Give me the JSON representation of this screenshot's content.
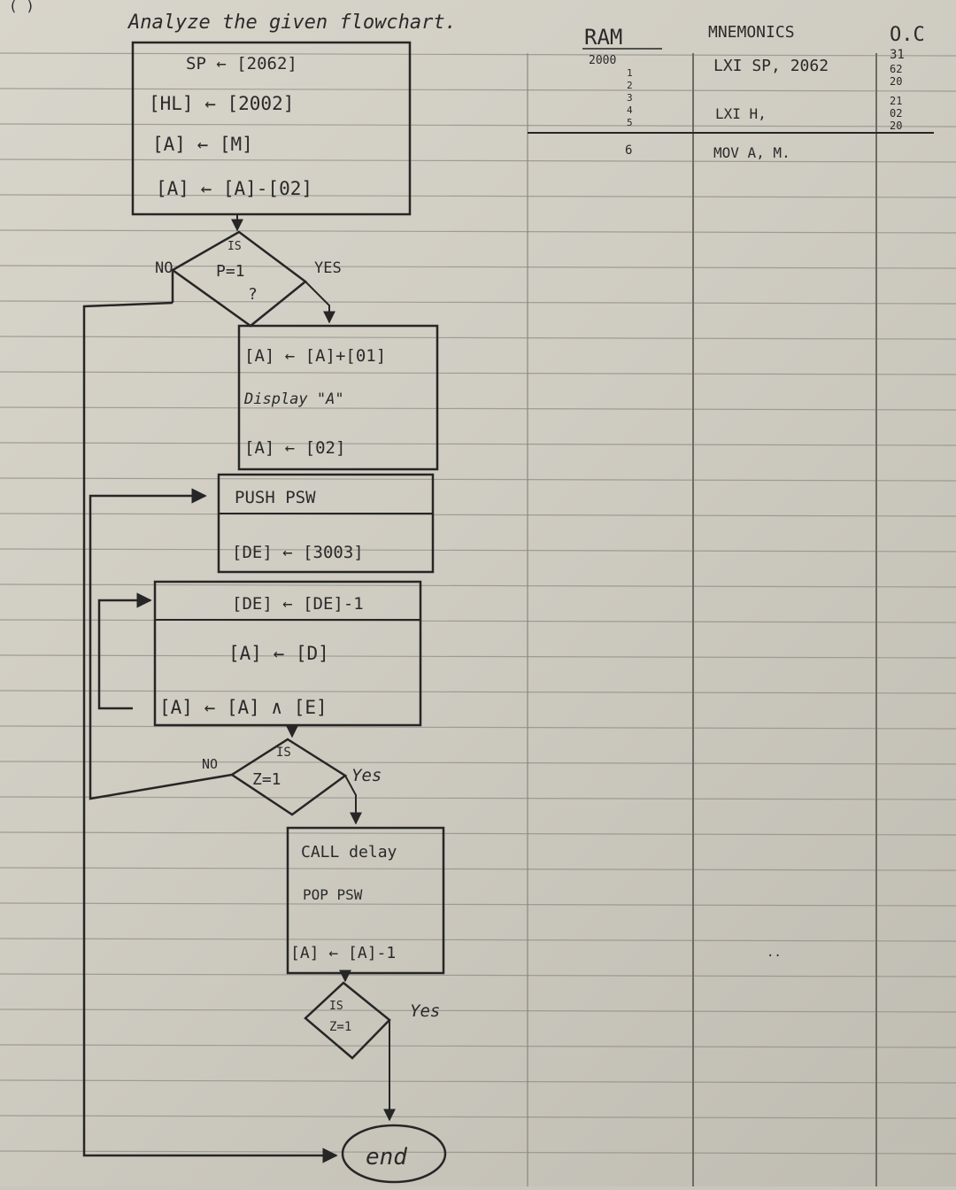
{
  "title": "Analyze the given flowchart.",
  "flowchart": {
    "init_block": [
      "SP ← [2062]",
      "[HL] ← [2002]",
      "[A] ← [M]",
      "[A] ← [A]-[02]"
    ],
    "decision_parity": {
      "is": "IS",
      "condition": "P=1",
      "question": "?",
      "no": "NO",
      "yes": "YES"
    },
    "display_block": [
      "[A] ← [A]+[01]",
      "Display \"A\"",
      "[A] ← [02]"
    ],
    "push_block": [
      "PUSH PSW",
      "[DE] ← [3003]"
    ],
    "loop_block": [
      "[DE] ← [DE]-1",
      "[A] ← [D]",
      "[A] ← [A] ∧ [E]"
    ],
    "decision_zero": {
      "is": "IS",
      "condition": "Z=1",
      "no": "NO",
      "yes": "Yes"
    },
    "delay_block": [
      "CALL delay",
      "POP PSW",
      "[A] ← [A]-1"
    ],
    "decision_final": {
      "is": "IS",
      "condition": "Z=1",
      "yes": "Yes"
    },
    "end_label": "end"
  },
  "table": {
    "headers": [
      "RAM",
      "MNEMONICS",
      "O.C"
    ],
    "ram": [
      "2000",
      "1",
      "2",
      "3",
      "4",
      "5",
      "6"
    ],
    "mnemonics": [
      "LXI SP, 2062",
      "LXI H,",
      "MOV A, M."
    ],
    "opcodes": [
      "31",
      "62",
      "20",
      "21",
      "02",
      "20"
    ],
    "dots": ".."
  }
}
